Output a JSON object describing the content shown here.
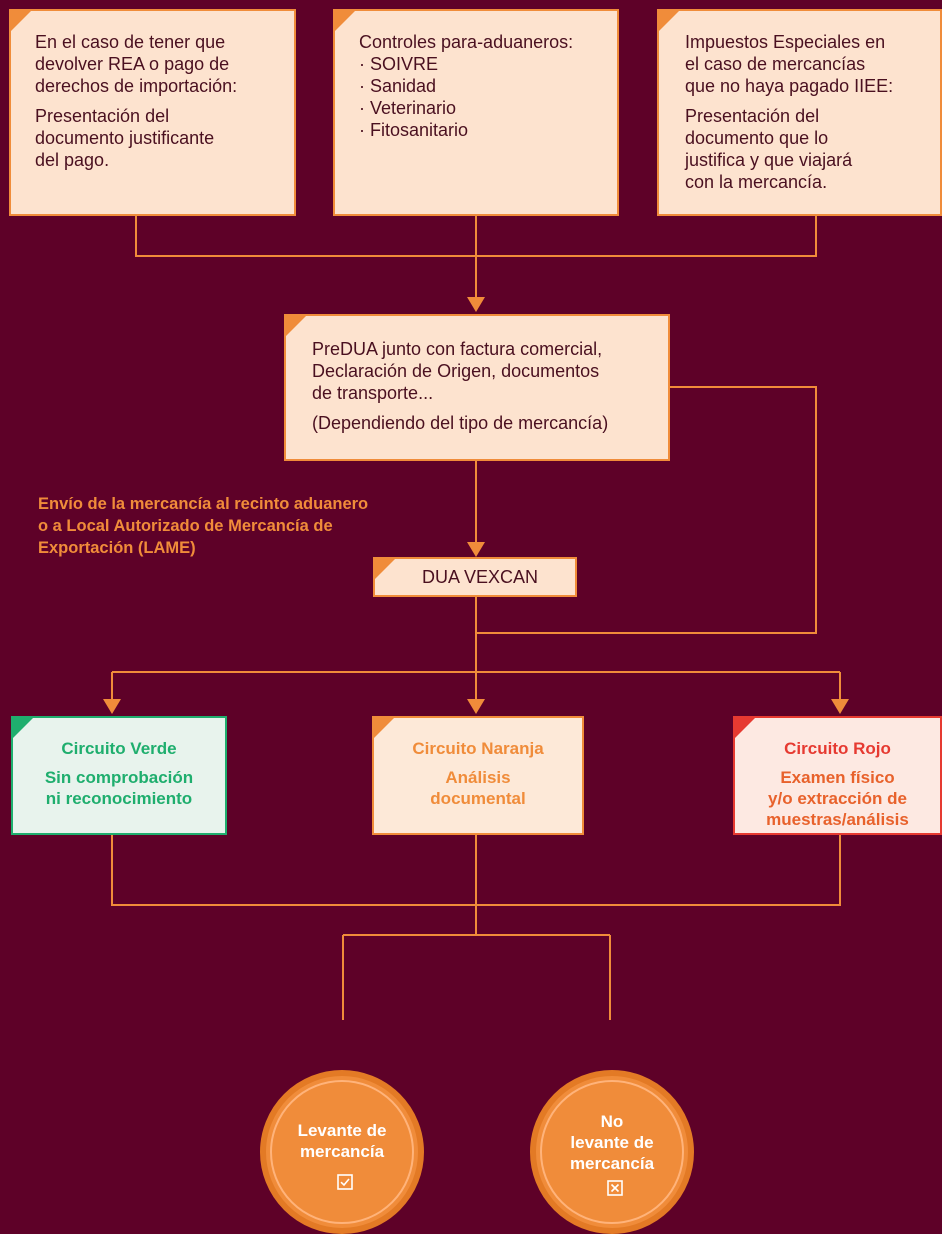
{
  "boxes": {
    "rea": {
      "line1": "En el caso de tener que",
      "line2": "devolver REA o pago de",
      "line3": "derechos de importación:",
      "body1": "Presentación del",
      "body2": "documento justificante",
      "body3": "del pago."
    },
    "controles": {
      "title": "Controles para-aduaneros:",
      "items": [
        "· SOIVRE",
        "· Sanidad",
        "· Veterinario",
        "· Fitosanitario"
      ]
    },
    "iiee": {
      "line1": "Impuestos Especiales en",
      "line2": "el caso de mercancías",
      "line3": "que no haya pagado IIEE:",
      "body1": "Presentación del",
      "body2": "documento que lo",
      "body3": "justifica y que viajará",
      "body4": "con la mercancía."
    },
    "predua": {
      "line1": "PreDUA junto con factura comercial,",
      "line2": "Declaración de Origen, documentos",
      "line3": "de transporte...",
      "line4": "(Dependiendo del tipo de mercancía)"
    },
    "dua": "DUA VEXCAN"
  },
  "envio": {
    "line1": "Envío de la mercancía al recinto aduanero",
    "line2": "o a Local Autorizado de Mercancía de",
    "line3": "Exportación (LAME)"
  },
  "circuits": {
    "verde": {
      "title": "Circuito Verde",
      "line1": "Sin comprobación",
      "line2": "ni reconocimiento"
    },
    "naranja": {
      "title": "Circuito Naranja",
      "line1": "Análisis",
      "line2": "documental"
    },
    "rojo": {
      "title": "Circuito Rojo",
      "line1": "Examen físico",
      "line2": "y/o extracción de",
      "line3": "muestras/análisis"
    }
  },
  "results": {
    "levante": {
      "line1": "Levante de",
      "line2": "mercancía",
      "icon": "check-box-icon"
    },
    "no_levante": {
      "line1": "No",
      "line2": "levante de",
      "line3": "mercancía",
      "icon": "x-box-icon"
    }
  },
  "colors": {
    "background": "#5e0128",
    "orange": "#f08c3a",
    "green": "#1fae6e",
    "red": "#e63a31",
    "box_fill": "#fde3cf"
  }
}
